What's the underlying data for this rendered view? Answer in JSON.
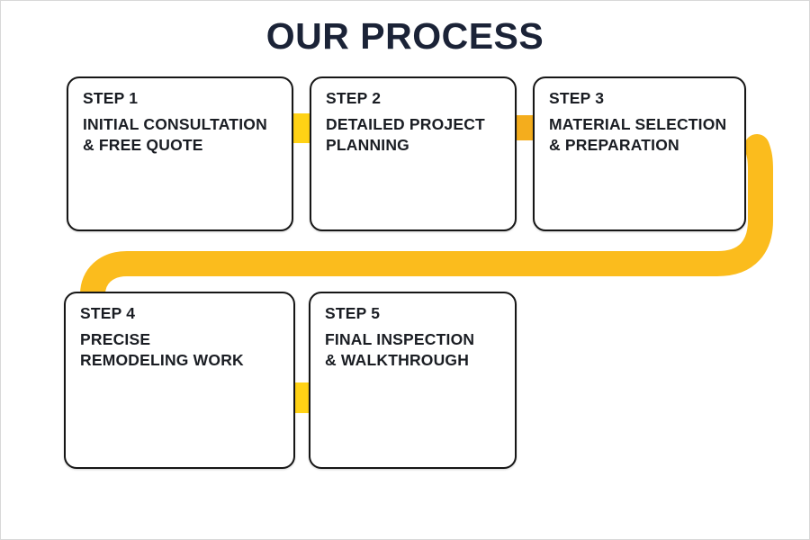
{
  "title": "OUR PROCESS",
  "colors": {
    "title": "#1b2337",
    "box_border": "#161616",
    "box_bg": "#ffffff",
    "text": "#1a1d23",
    "ribbon": "#fbbc1d",
    "connector_bright": "#ffd215",
    "connector_amber": "#f4ad1d",
    "background": "#ffffff"
  },
  "steps": [
    {
      "label": "STEP 1",
      "title_lines": [
        "INITIAL CONSULTATION",
        "& FREE QUOTE"
      ]
    },
    {
      "label": "STEP 2",
      "title_lines": [
        "DETAILED PROJECT",
        "PLANNING"
      ]
    },
    {
      "label": "STEP 3",
      "title_lines": [
        "MATERIAL SELECTION",
        "& PREPARATION"
      ]
    },
    {
      "label": "STEP 4",
      "title_lines": [
        "PRECISE",
        "REMODELING WORK"
      ]
    },
    {
      "label": "STEP 5",
      "title_lines": [
        "FINAL INSPECTION",
        "& WALKTHROUGH"
      ]
    }
  ]
}
